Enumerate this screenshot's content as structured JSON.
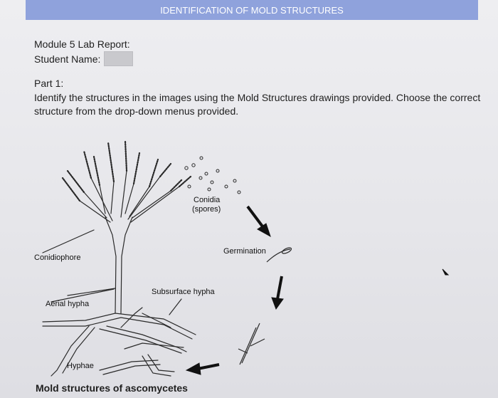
{
  "banner": {
    "title": "IDENTIFICATION OF MOLD STRUCTURES"
  },
  "report": {
    "module_label": "Module 5 Lab Report:",
    "student_label": "Student Name:"
  },
  "part": {
    "heading": "Part 1:",
    "instructions": "Identify the structures in the images using the Mold Structures drawings provided. Choose the correct structure from the drop-down menus provided."
  },
  "figure": {
    "labels": {
      "conidia": "Conidia",
      "spores": "(spores)",
      "germination": "Germination",
      "conidiophore": "Conidiophore",
      "subsurface_hypha": "Subsurface hypha",
      "aerial_hypha": "Aerial hypha",
      "hyphae": "Hyphae"
    },
    "caption": "Mold structures of ascomycetes"
  },
  "colors": {
    "banner": "#8fa2dc",
    "ink": "#1f1f1f"
  }
}
